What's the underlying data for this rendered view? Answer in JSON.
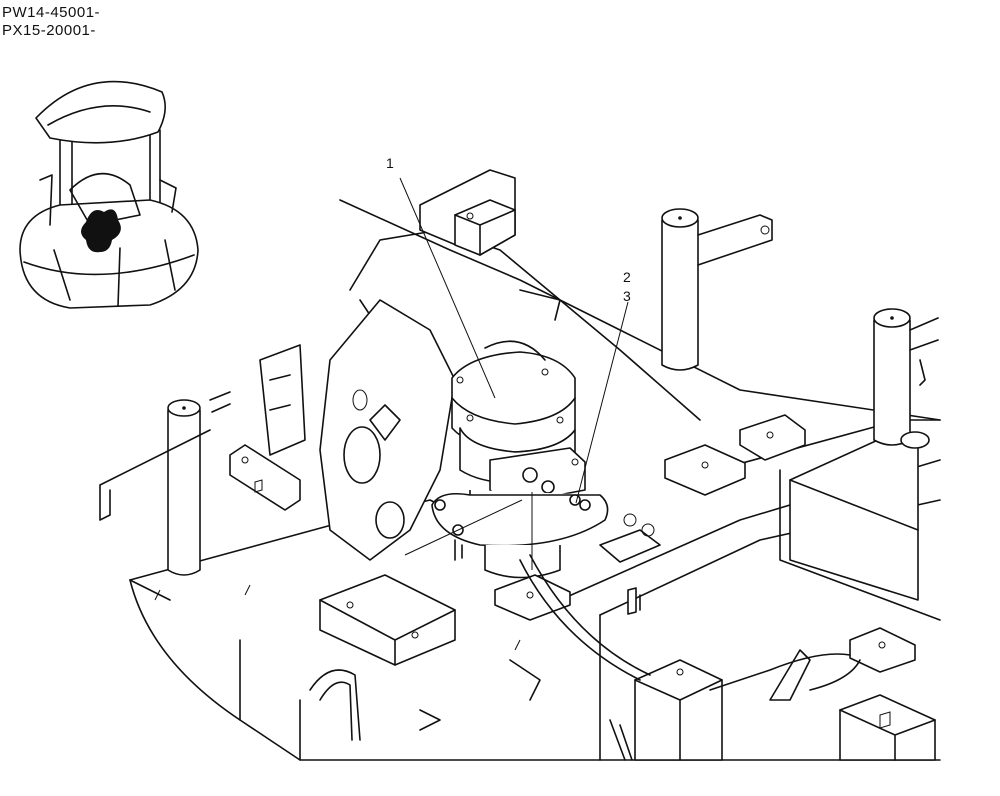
{
  "serial_numbers": [
    "PW14-45001-",
    "PX15-20001-"
  ],
  "callouts": [
    {
      "id": "1",
      "label": "1"
    },
    {
      "id": "2",
      "label": "2"
    },
    {
      "id": "3",
      "label": "3"
    }
  ]
}
